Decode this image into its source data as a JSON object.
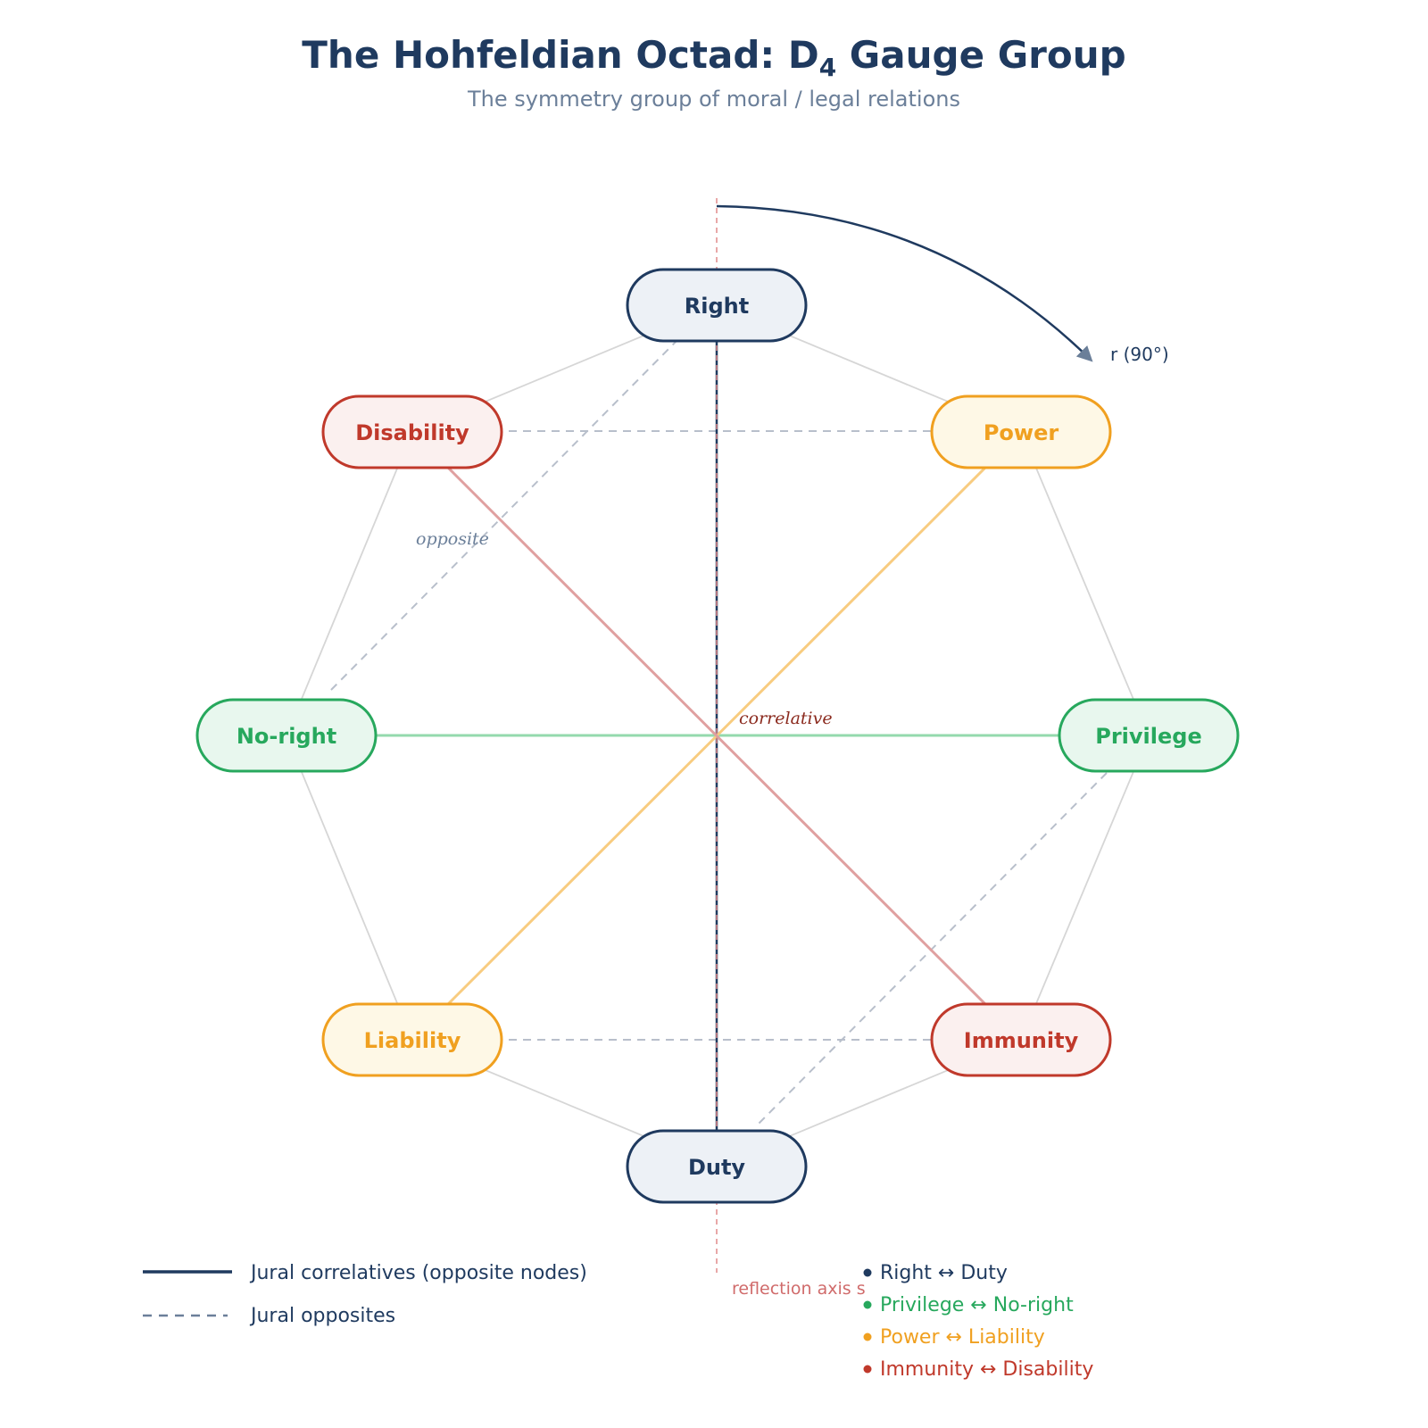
{
  "header": {
    "title_main": "The Hohfeldian Octad: D",
    "title_sub": "4",
    "title_end": " Gauge Group",
    "subtitle": "The symmetry group of moral / legal relations"
  },
  "colors": {
    "navy": "#1f3a5f",
    "green": "#27a85d",
    "orange": "#f0a020",
    "red": "#c0392b",
    "gray_dash": "#8a97ab",
    "octagon_edge": "#d6d6d6",
    "reflection_axis": "#e08a8a"
  },
  "nodes": [
    {
      "id": "right",
      "label": "Right",
      "group": "navy"
    },
    {
      "id": "power",
      "label": "Power",
      "group": "orange"
    },
    {
      "id": "privilege",
      "label": "Privilege",
      "group": "green"
    },
    {
      "id": "immunity",
      "label": "Immunity",
      "group": "red"
    },
    {
      "id": "duty",
      "label": "Duty",
      "group": "navy"
    },
    {
      "id": "liability",
      "label": "Liability",
      "group": "orange"
    },
    {
      "id": "noright",
      "label": "No-right",
      "group": "green"
    },
    {
      "id": "disability",
      "label": "Disability",
      "group": "red"
    }
  ],
  "correlatives": [
    {
      "from": "right",
      "to": "duty",
      "group": "navy"
    },
    {
      "from": "privilege",
      "to": "noright",
      "group": "green"
    },
    {
      "from": "power",
      "to": "liability",
      "group": "orange"
    },
    {
      "from": "immunity",
      "to": "disability",
      "group": "red"
    }
  ],
  "opposites": [
    {
      "from": "disability",
      "to": "power"
    },
    {
      "from": "liability",
      "to": "immunity"
    },
    {
      "from": "right",
      "to": "noright"
    },
    {
      "from": "privilege",
      "to": "duty"
    }
  ],
  "annotations": {
    "opposite": "opposite",
    "correlative": "correlative",
    "rotation": "r (90°)",
    "reflection": "reflection axis s"
  },
  "legend": {
    "correlatives": "Jural correlatives (opposite nodes)",
    "opposites": "Jural opposites"
  },
  "pairs": [
    {
      "text": "Right ↔ Duty",
      "group": "navy"
    },
    {
      "text": "Privilege ↔ No-right",
      "group": "green"
    },
    {
      "text": "Power ↔ Liability",
      "group": "orange"
    },
    {
      "text": "Immunity ↔ Disability",
      "group": "red"
    }
  ]
}
